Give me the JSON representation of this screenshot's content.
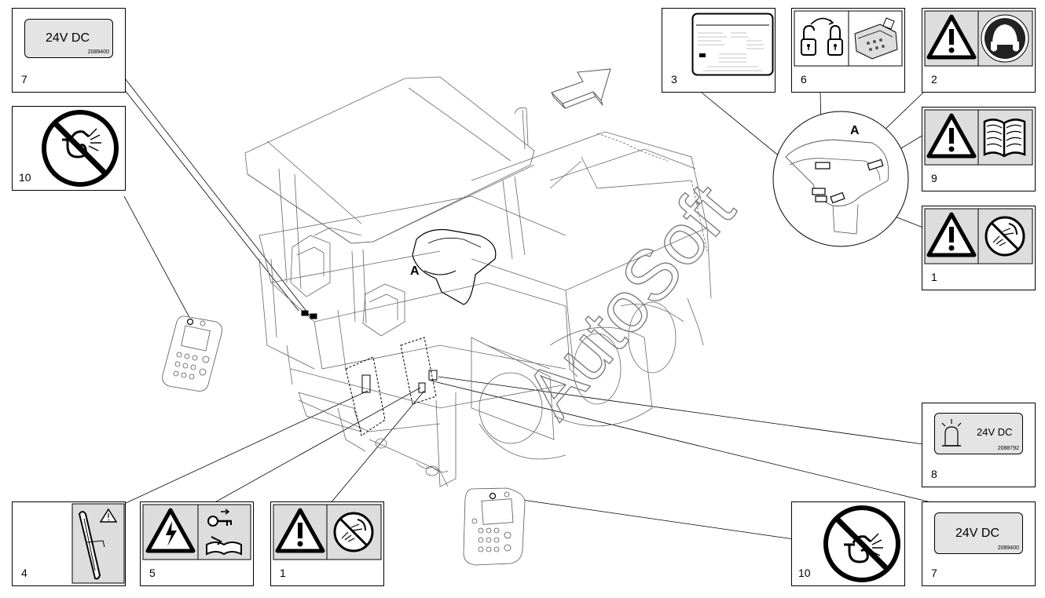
{
  "diagram": {
    "watermark": "AutoSoft",
    "direction_arrow_icon": "arrow-forward",
    "detail_letter": "A",
    "detail_view_letter": "A"
  },
  "callouts": {
    "c7_top": {
      "number": "7",
      "label_text": "24V DC",
      "code": "2089400"
    },
    "c10_left": {
      "number": "10",
      "icon": "no-water-jet-icon"
    },
    "c3": {
      "number": "3",
      "icon": "service-address-label"
    },
    "c6": {
      "number": "6",
      "icon": "lock-unlock-icon"
    },
    "c2": {
      "number": "2",
      "icon": "warning-ear-protection-icon"
    },
    "c9": {
      "number": "9",
      "icon": "warning-read-manual-icon"
    },
    "c1_right": {
      "number": "1",
      "icon": "warning-no-spray-icon"
    },
    "c8": {
      "number": "8",
      "label_text": "24V DC",
      "code": "2088792",
      "icon": "beacon-light-icon"
    },
    "c10_bottom": {
      "number": "10",
      "icon": "no-water-jet-icon"
    },
    "c7_bottom": {
      "number": "7",
      "label_text": "24V DC",
      "code": "2089400"
    },
    "c4": {
      "number": "4",
      "icon": "crusher-warning-icon"
    },
    "c5": {
      "number": "5",
      "icon": "electric-warning-key-manual-icon"
    },
    "c1_bottom": {
      "number": "1",
      "icon": "warning-no-spray-icon"
    }
  },
  "colors": {
    "line": "#000000",
    "plate": "#e4e4e4",
    "drawing": "#555555",
    "watermark": "#777777"
  }
}
